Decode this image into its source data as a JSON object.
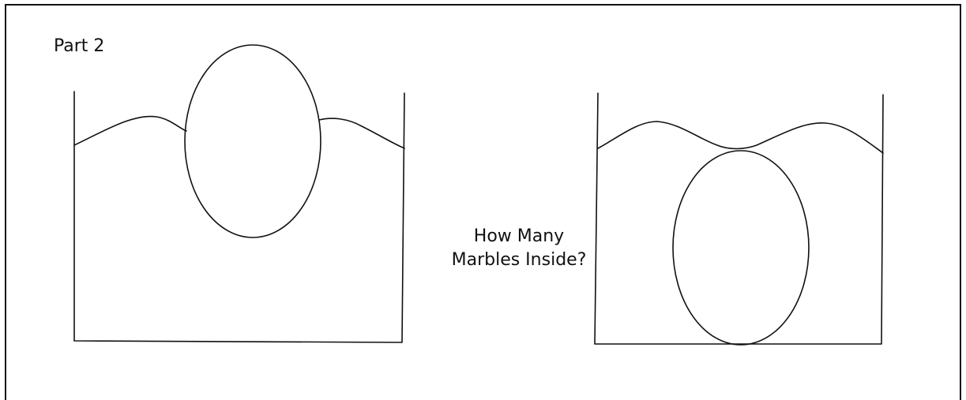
{
  "part_label": "Part 2",
  "question": {
    "line1": "How Many",
    "line2": "Marbles Inside?"
  },
  "colors": {
    "ink": "#111111",
    "background": "#ffffff"
  }
}
